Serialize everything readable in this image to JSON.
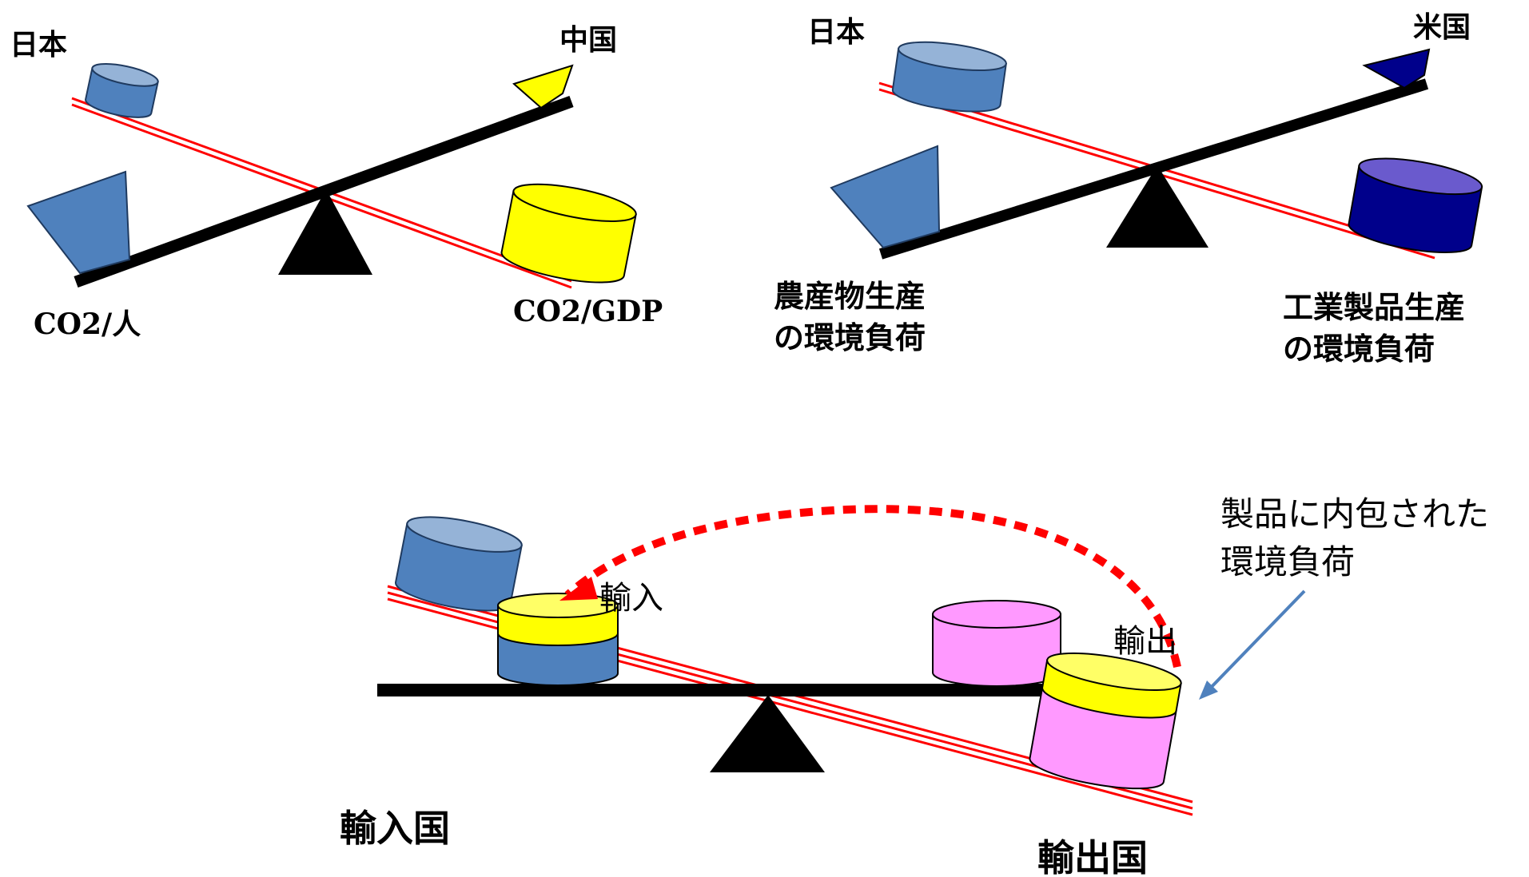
{
  "colors": {
    "beam": "#000000",
    "fulcrum": "#000000",
    "red_line": "#ff0000",
    "japan_blue": "#4f81bd",
    "japan_blue_top": "#95b3d7",
    "china_yellow": "#ffff00",
    "us_navy": "#00008b",
    "us_navy_top": "#6a5acd",
    "import_blue": "#4f81bd",
    "yellow_layer": "#ffff00",
    "export_pink": "#ff99ff",
    "arrow_blue": "#4f81bd",
    "dashed_arc": "#ff0000"
  },
  "panel_top_left": {
    "label_japan": "日本",
    "label_china": "中国",
    "label_left_metric": "CO2/人",
    "label_right_metric": "CO2/GDP"
  },
  "panel_top_right": {
    "label_japan": "日本",
    "label_us": "米国",
    "label_left_line1": "農産物生産",
    "label_left_line2": "の環境負荷",
    "label_right_line1": "工業製品生産",
    "label_right_line2": "の環境負荷"
  },
  "panel_bottom": {
    "label_import": "輸入",
    "label_export": "輸出",
    "callout_line1": "製品に内包された",
    "callout_line2": "環境負荷",
    "label_importing_country": "輸入国",
    "label_exporting_country": "輸出国"
  },
  "icons": {
    "fulcrum": "triangle-fulcrum-icon",
    "cylinder": "cylinder-weight-icon",
    "trapezoid": "trapezoid-weight-icon",
    "arrow": "arrow-icon"
  }
}
